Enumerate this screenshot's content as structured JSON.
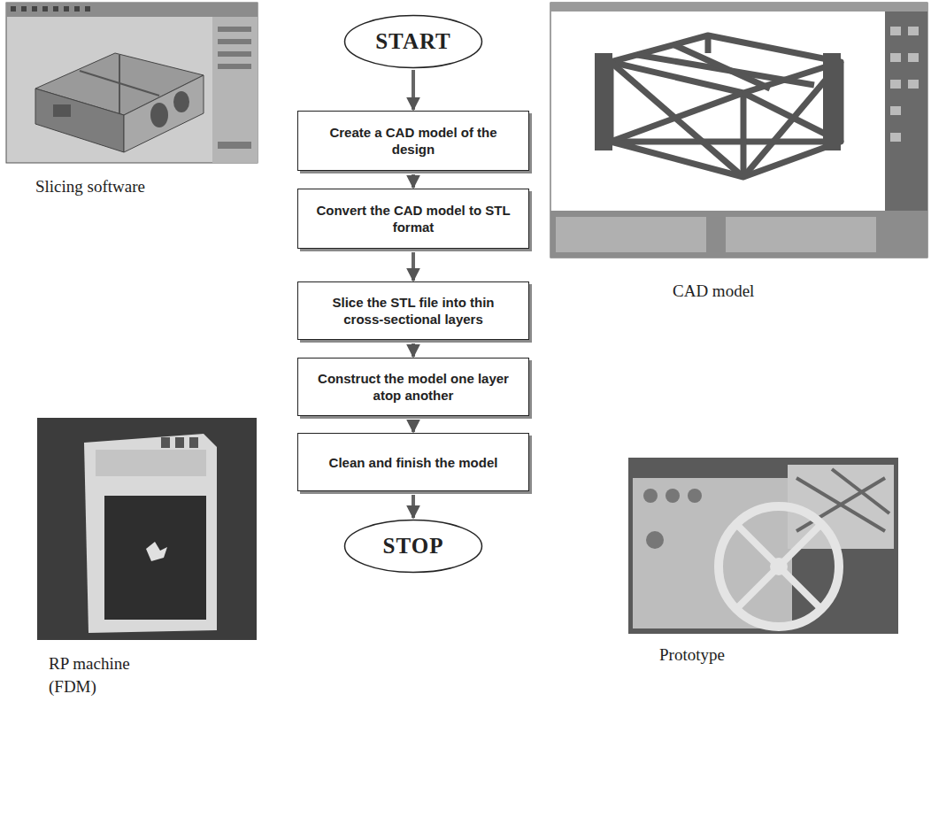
{
  "diagram": {
    "nodes": [
      {
        "text": [
          "START"
        ]
      },
      {
        "text": [
          "Create a CAD model of the design"
        ]
      },
      {
        "text": [
          "Convert the CAD model to STL format"
        ]
      },
      {
        "text": [
          "Slice the STL file into thin cross-sectional layers"
        ]
      },
      {
        "text": [
          "Construct the model one layer atop another"
        ]
      },
      {
        "text": [
          "Clean and finish the model"
        ]
      },
      {
        "text": [
          "STOP"
        ]
      }
    ],
    "edges": [
      {
        "from": 0,
        "to": 1,
        "arrow": "to"
      },
      {
        "from": 1,
        "to": 2,
        "arrow": "to"
      },
      {
        "from": 2,
        "to": 3,
        "arrow": "to"
      },
      {
        "from": 3,
        "to": 4,
        "arrow": "to"
      },
      {
        "from": 4,
        "to": 5,
        "arrow": "to"
      },
      {
        "from": 5,
        "to": 6,
        "arrow": "to"
      }
    ],
    "labels": [
      "Slicing software",
      "CAD model",
      "RP machine (FDM)",
      "Prototype"
    ]
  }
}
